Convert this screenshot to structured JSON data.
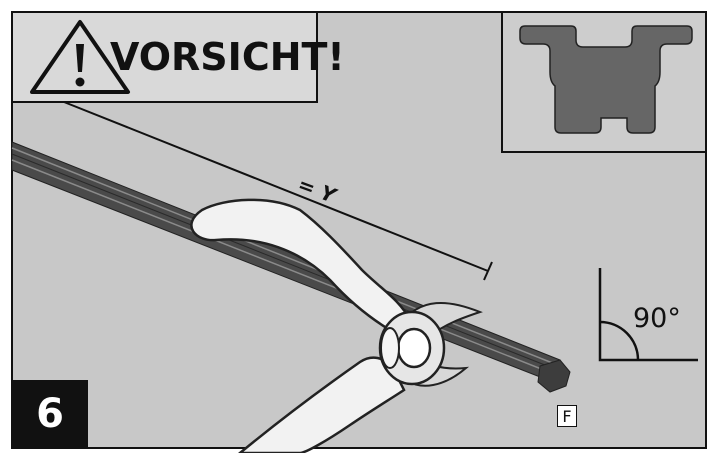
{
  "warning": {
    "text": "VORSICHT!",
    "icon": "warning-triangle-icon"
  },
  "measurement": {
    "label": "= Y"
  },
  "angle": {
    "label": "90°"
  },
  "step": {
    "number": "6"
  },
  "part": {
    "label": "F"
  },
  "icons": [
    "warning-triangle-icon",
    "rail-profile-icon",
    "right-angle-icon",
    "cutting-pliers-icon"
  ],
  "colors": {
    "background": "#c8c8c8",
    "rail": "#555555",
    "warning_box": "#d8d8d8",
    "ink": "#111111"
  }
}
